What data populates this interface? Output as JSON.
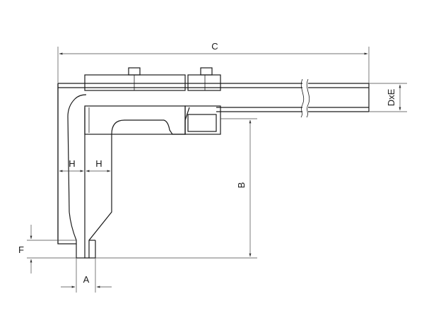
{
  "diagram": {
    "labels": {
      "c": "C",
      "dxe": "DxE",
      "b": "B",
      "h_left": "H",
      "h_right": "H",
      "f": "F",
      "a": "A"
    },
    "colors": {
      "line": "#1a1a1a",
      "dimension": "#444444",
      "background": "#ffffff"
    }
  }
}
